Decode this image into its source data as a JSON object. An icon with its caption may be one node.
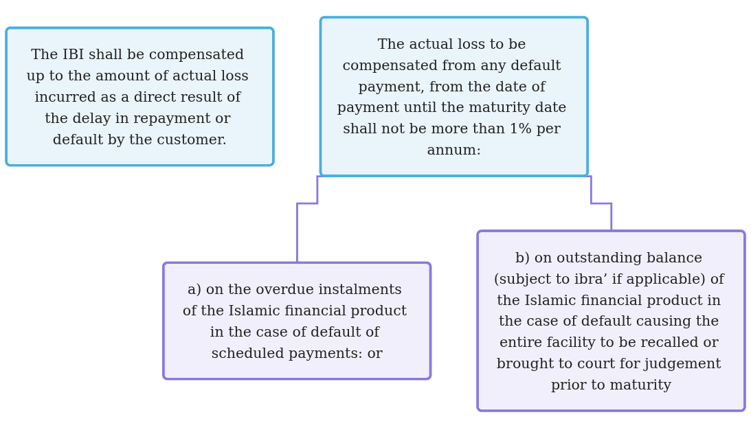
{
  "diagram": {
    "nodes": [
      {
        "text": [
          "The IBI shall be compensated up to the amount of actual loss incurred as a direct result of the delay in repayment or default by the customer."
        ]
      },
      {
        "text": [
          "The actual loss to be compensated from any default payment, from the date of payment until the maturity date shall not be more than 1% per annum:"
        ]
      },
      {
        "text": [
          "a) on the overdue instalments of the Islamic financial product in the case of default of scheduled payments: or"
        ]
      },
      {
        "text": [
          "b) on outstanding balance (subject to ibra’ if applicable) of the Islamic financial product in the case of default causing the entire facility to be recalled or brought to court for judgement prior to maturity"
        ]
      }
    ],
    "edges": [
      {
        "from": 1,
        "to": 2,
        "arrow": "none"
      },
      {
        "from": 1,
        "to": 3,
        "arrow": "none"
      }
    ]
  }
}
